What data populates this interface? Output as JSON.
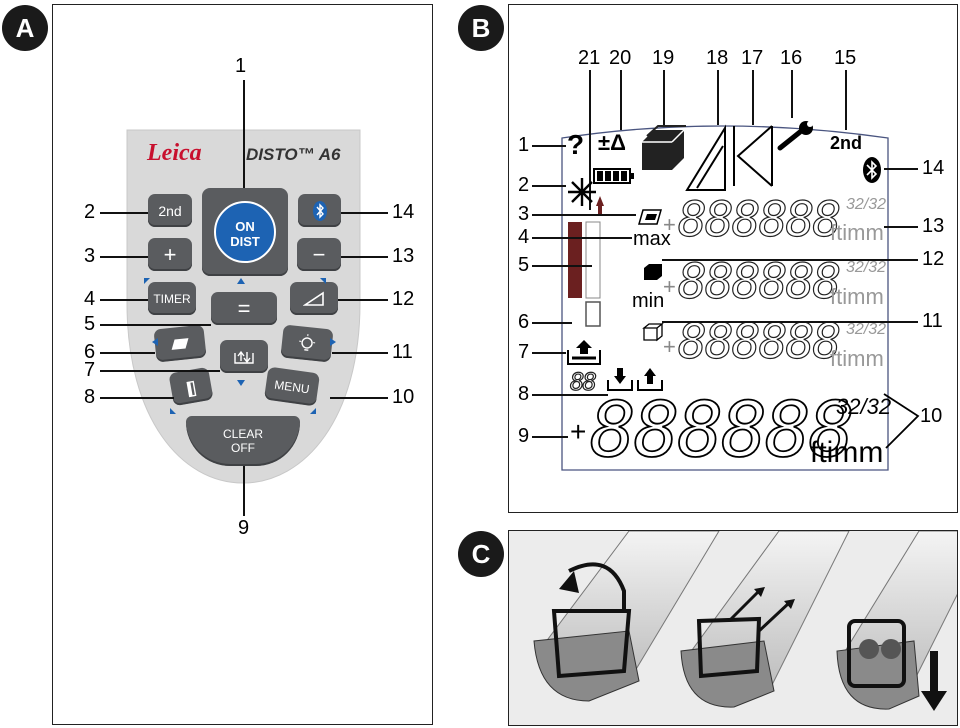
{
  "panel_a": {
    "badge": "A",
    "brand": "Leica",
    "model": "DISTO™ A6",
    "keys": {
      "second": "2nd",
      "plus": "+",
      "on_line1": "ON",
      "on_line2": "DIST",
      "minus": "−",
      "timer": "TIMER",
      "equals": "=",
      "menu": "MENU",
      "clear_line1": "CLEAR",
      "clear_line2": "OFF"
    },
    "callouts": [
      "1",
      "2",
      "3",
      "4",
      "5",
      "6",
      "7",
      "8",
      "9",
      "10",
      "11",
      "12",
      "13",
      "14"
    ]
  },
  "panel_b": {
    "badge": "B",
    "top_numbers": [
      "21",
      "20",
      "19",
      "18",
      "17",
      "16",
      "15"
    ],
    "left_numbers": [
      "1",
      "2",
      "3",
      "4",
      "5",
      "6",
      "7",
      "8",
      "9"
    ],
    "right_numbers": [
      "14",
      "13",
      "12",
      "11",
      "10"
    ],
    "question": "?",
    "delta": "±Δ",
    "second": "2nd",
    "max": "max",
    "min": "min",
    "digits_small": "888888",
    "digits_big": "888888",
    "digits_tiny": "88",
    "fraction": "32/32",
    "units": "ftimm",
    "plus": "+",
    "foot_mark": "'",
    "inch_mark": "\""
  },
  "panel_c": {
    "badge": "C"
  }
}
